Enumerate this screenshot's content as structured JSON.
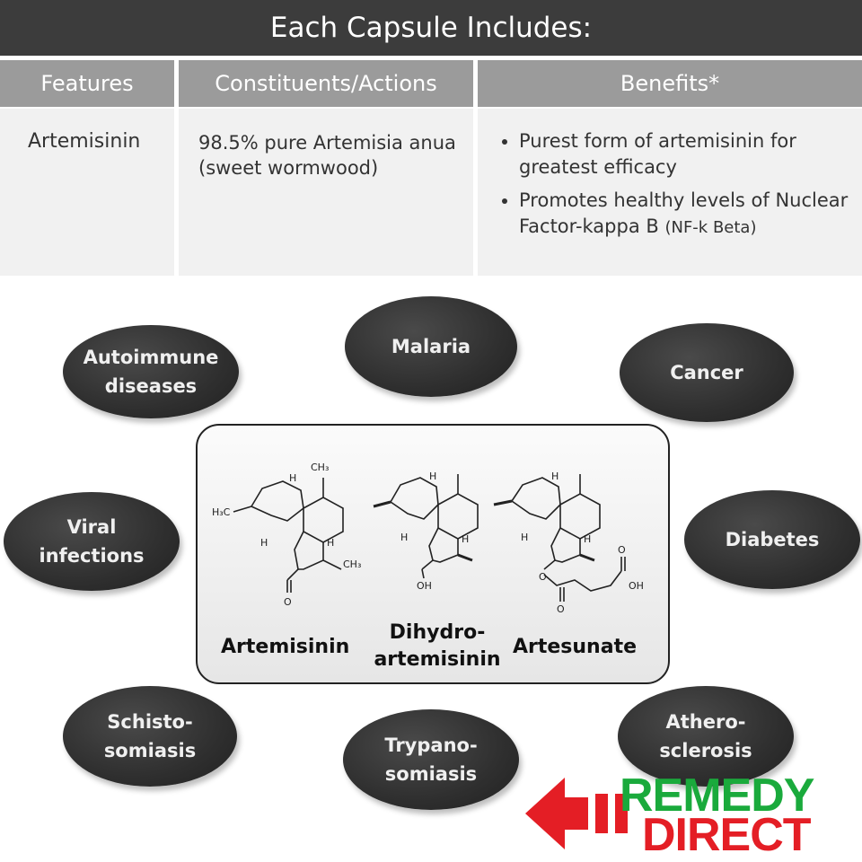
{
  "header": {
    "title": "Each Capsule Includes:"
  },
  "table": {
    "columns": [
      "Features",
      "Constituents/Actions",
      "Benefits*"
    ],
    "row": {
      "feature": "Artemisinin",
      "constituent": "98.5% pure Artemisia anua (sweet wormwood)",
      "benefits": [
        {
          "main": "Purest form of artemisinin for greatest efficacy",
          "small": ""
        },
        {
          "main": "Promotes healthy levels of Nuclear Factor-kappa B ",
          "small": "(NF-k Beta)"
        }
      ]
    }
  },
  "diagram": {
    "conditions": [
      "Autoimmune\ndiseases",
      "Malaria",
      "Cancer",
      "Viral\ninfections",
      "Diabetes",
      "Schisto-\nsomiasis",
      "Trypano-\nsomiasis",
      "Athero-\nsclerosis"
    ],
    "molecules": [
      "Artemisinin",
      "Dihydro-\nartemisinin",
      "Artesunate"
    ],
    "chem_labels": {
      "ch3": "CH₃",
      "h3c": "H₃C",
      "h": "H",
      "o": "O",
      "oh": "OH"
    }
  },
  "logo": {
    "line1": "REMEDY",
    "line2": "DIRECT",
    "green": "#1aaa3c",
    "red": "#e41e25"
  }
}
